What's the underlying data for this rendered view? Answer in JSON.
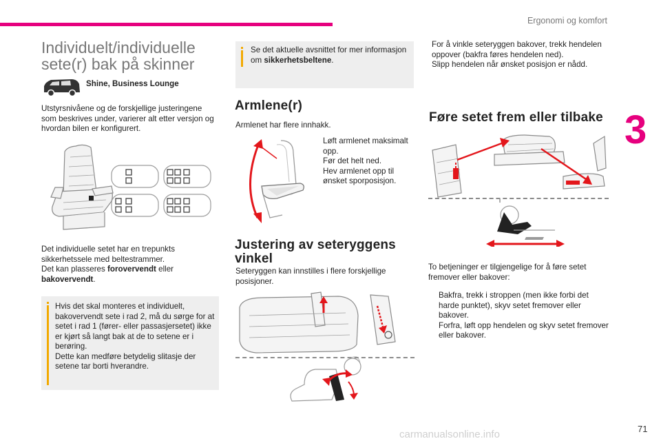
{
  "header": {
    "section_title": "Ergonomi og komfort",
    "chapter_number": "3",
    "page_number": "71"
  },
  "left": {
    "title_line1": "Individuelt/individuelle",
    "title_line2": "sete(r) bak på skinner",
    "trim_a": "Shine",
    "trim_sep": ", ",
    "trim_b": "Business Lounge",
    "intro": "Utstyrsnivåene og de forskjellige justeringene som beskrives under, varierer alt etter versjon og hvordan bilen er konfigurert.",
    "para_line1": "Det individuelle setet har en trepunkts sikkerhetssele med beltestrammer.",
    "para_line2_a": "Det kan plasseres ",
    "para_line2_b": "forovervendt",
    "para_line2_c": " eller",
    "para_line2_d": "bakovervendt",
    "para_line2_e": ".",
    "note_line1": "Hvis det skal monteres et individuelt, bakovervendt sete i rad 2, må du sørge for at setet i rad 1 (fører- eller passasjersetet) ikke er kjørt så langt bak at de to setene er i berøring.",
    "note_line2": "Dette kan medføre betydelig slitasje der setene tar borti hverandre."
  },
  "middle": {
    "note_a": "Se det aktuelle avsnittet for mer informasjon om ",
    "note_b": "sikkerhetsbeltene",
    "note_c": ".",
    "armrest_title": "Armlene(r)",
    "armrest_intro": "Armlenet har flere innhakk.",
    "armrest_steps": [
      "Løft armlenet maksimalt opp.",
      "Før det helt ned.",
      "Hev armlenet opp til ønsket sporposisjon."
    ],
    "recline_title_line1": "Justering av seteryggens",
    "recline_title_line2": "vinkel",
    "recline_intro": "Seteryggen kan innstilles i flere forskjellige posisjoner."
  },
  "right": {
    "recline_steps": [
      "For å vinkle seteryggen bakover, trekk hendelen oppover (bakfra føres hendelen ned).",
      "Slipp hendelen når ønsket posisjon er nådd."
    ],
    "slide_title": "Føre setet frem eller tilbake",
    "slide_intro": "To betjeninger er tilgjengelige for å føre setet fremover eller bakover:",
    "slide_steps": [
      "Bakfra, trekk i stroppen (men ikke forbi det harde punktet), skyv setet fremover eller bakover.",
      "Forfra, løft opp hendelen og skyv setet fremover eller bakover."
    ]
  },
  "bullet_marker": "",
  "watermark": "carmanualsonline.info",
  "colors": {
    "accent": "#e6007e",
    "arrow_red": "#e3161b",
    "note_bg": "#eeeeee",
    "note_icon": "#f2a900",
    "heading_grey": "#777777"
  }
}
